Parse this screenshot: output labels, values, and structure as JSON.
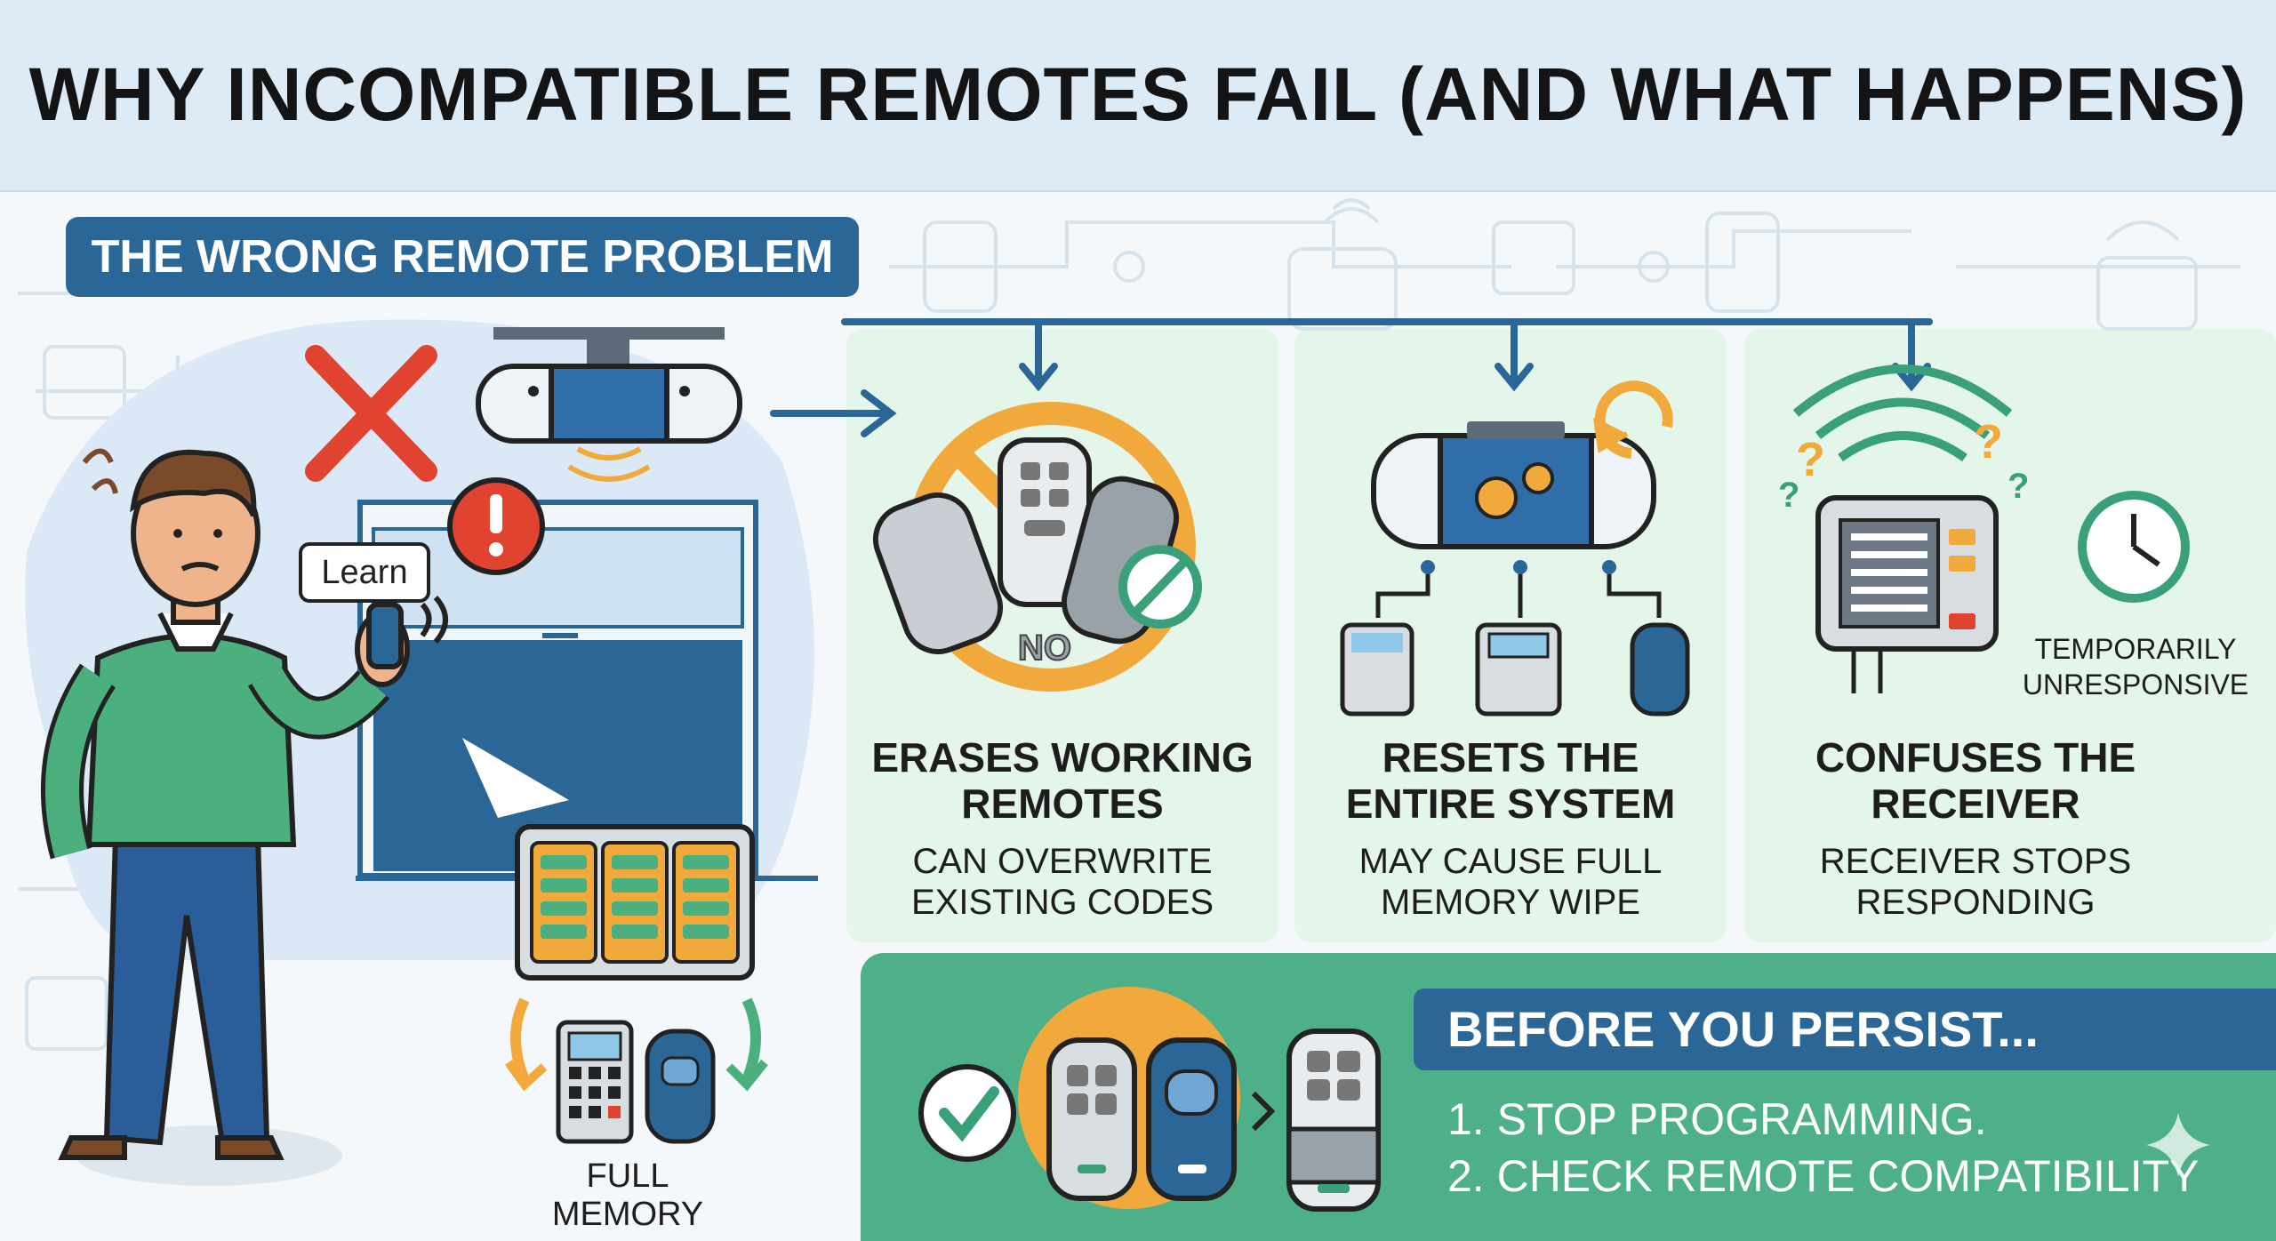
{
  "title": "WHY INCOMPATIBLE REMOTES FAIL (AND WHAT HAPPENS)",
  "problem_badge": "THE WRONG REMOTE PROBLEM",
  "scene": {
    "learn_label": "Learn",
    "full_memory_label": "FULL MEMORY",
    "no_label": "NO"
  },
  "panels": [
    {
      "title_line1": "ERASES WORKING",
      "title_line2": "REMOTES",
      "desc_line1": "CAN OVERWRITE",
      "desc_line2": "EXISTING CODES"
    },
    {
      "title_line1": "RESETS THE",
      "title_line2": "ENTIRE SYSTEM",
      "desc_line1": "MAY CAUSE FULL",
      "desc_line2": "MEMORY WIPE"
    },
    {
      "title_line1": "CONFUSES THE",
      "title_line2": "RECEIVER",
      "desc_line1": "RECEIVER STOPS",
      "desc_line2": "RESPONDING",
      "note_line1": "TEMPORARILY",
      "note_line2": "UNRESPONSIVE"
    }
  ],
  "persist": {
    "banner": "BEFORE YOU PERSIST...",
    "steps": [
      "1. STOP PROGRAMMING.",
      "2. CHECK REMOTE COMPATIBILITY"
    ]
  },
  "colors": {
    "navy": "#2b6796",
    "green": "#4db089",
    "panel_bg": "#e4f5ea",
    "red": "#e0432f",
    "orange": "#f2a93b"
  }
}
